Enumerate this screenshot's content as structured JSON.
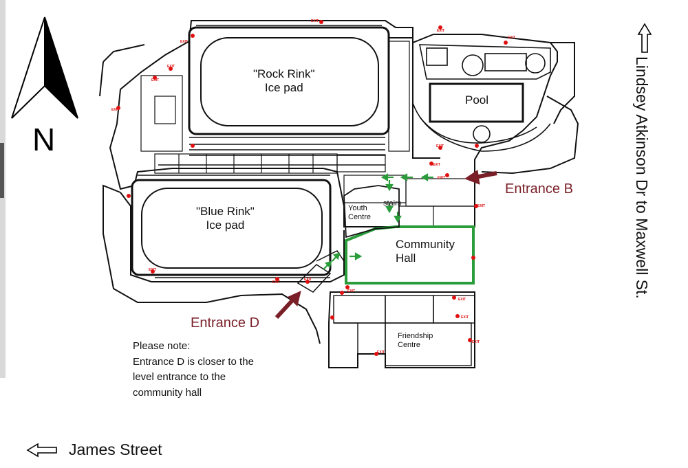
{
  "map": {
    "north_label": "N",
    "rooms": {
      "rock_rink_line1": "\"Rock Rink\"",
      "rock_rink_line2": "Ice pad",
      "blue_rink_line1": "\"Blue Rink\"",
      "blue_rink_line2": "Ice pad",
      "pool": "Pool",
      "community_hall_line1": "Community",
      "community_hall_line2": "Hall",
      "youth_centre_line1": "Youth",
      "youth_centre_line2": "Centre",
      "stairs": "stairs",
      "friendship_centre_line1": "Friendship",
      "friendship_centre_line2": "Centre"
    },
    "entrances": {
      "b": "Entrance B",
      "d": "Entrance D"
    },
    "note": {
      "line1": "Please note:",
      "line2": "Entrance D is closer to the",
      "line3": "level entrance  to the",
      "line4": "community hall"
    },
    "streets": {
      "right": "Lindsey Atkinson Dr to Maxwell St.",
      "bottom": "James Street"
    },
    "exit_sign": "EXIT",
    "colors": {
      "entrance_arrow": "#7a1f27",
      "route": "#2a9d3a",
      "exit_marker": "#e01010",
      "walls": "#111111"
    }
  }
}
